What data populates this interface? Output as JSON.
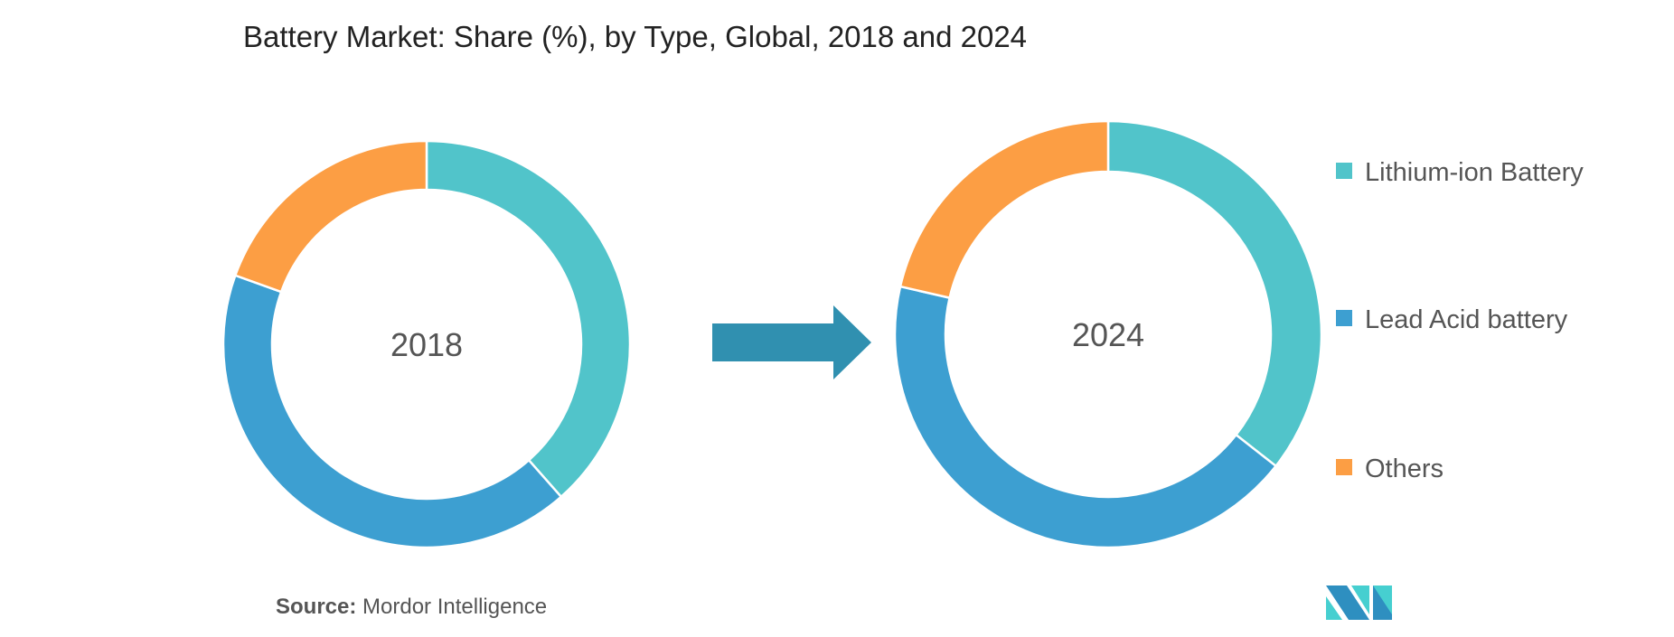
{
  "chart_data": [
    {
      "type": "pie",
      "title": "Battery Market: Share (%), by Type, Global, 2018 and 2024",
      "center_label": "2018",
      "categories": [
        "Lithium-ion Battery",
        "Lead Acid battery",
        "Others"
      ],
      "values": [
        38.5,
        42,
        19.5
      ]
    },
    {
      "type": "pie",
      "center_label": "2024",
      "categories": [
        "Lithium-ion Battery",
        "Lead Acid battery",
        "Others"
      ],
      "values": [
        35.6,
        43,
        21.4
      ]
    }
  ],
  "title": "Battery Market: Share (%), by Type, Global, 2018 and 2024",
  "legend": [
    {
      "label": "Lithium-ion Battery",
      "color": "#51c4ca"
    },
    {
      "label": "Lead Acid battery",
      "color": "#3d9fd1"
    },
    {
      "label": "Others",
      "color": "#fc9e44"
    }
  ],
  "arrow_color": "#3090b0",
  "source": {
    "label": "Source:",
    "text": " Mordor Intelligence"
  },
  "logo": {
    "text": "MI",
    "colors": [
      "#2e8fc0",
      "#46cfd0"
    ]
  }
}
